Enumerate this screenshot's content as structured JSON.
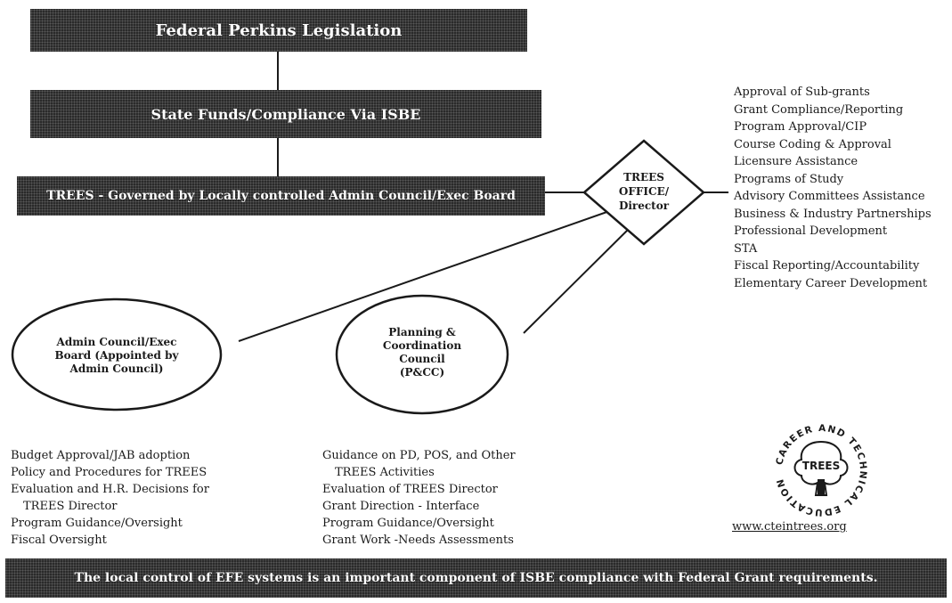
{
  "boxes": {
    "federal": "Federal Perkins Legislation",
    "state": "State Funds/Compliance  Via ISBE",
    "trees_governed": "TREES - Governed by Locally controlled Admin Council/Exec Board",
    "footer": "The local control of EFE systems is an important component of ISBE compliance with Federal Grant requirements."
  },
  "diamond": {
    "line1": "TREES",
    "line2": "OFFICE/",
    "line3": "Director"
  },
  "ellipses": {
    "admin": {
      "line1": "Admin Council/Exec",
      "line2": "Board (Appointed by",
      "line3": "Admin Council)"
    },
    "pcc": {
      "line1": "Planning &",
      "line2": "Coordination",
      "line3": "Council",
      "line4": "(P&CC)"
    }
  },
  "office_duties": [
    "Approval of Sub-grants",
    "Grant Compliance/Reporting",
    "Program Approval/CIP",
    "Course Coding & Approval",
    "Licensure Assistance",
    "Programs of Study",
    "Advisory Committees Assistance",
    "Business & Industry Partnerships",
    "Professional Development",
    "STA",
    "Fiscal Reporting/Accountability",
    "Elementary Career Development"
  ],
  "admin_duties": [
    "Budget Approval/JAB adoption",
    "Policy and Procedures for TREES",
    "Evaluation and H.R. Decisions for",
    "TREES Director",
    "Program Guidance/Oversight",
    "Fiscal Oversight"
  ],
  "pcc_duties": [
    "Guidance on PD, POS, and Other",
    "TREES Activities",
    "Evaluation of TREES Director",
    "Grant Direction - Interface",
    "Program Guidance/Oversight",
    "Grant Work -Needs Assessments"
  ],
  "logo": {
    "ring_text": "CAREER AND TECHNICAL EDUCATION",
    "center_text": "TREES",
    "icon": "tree-icon"
  },
  "website": "www.cteintrees.org"
}
